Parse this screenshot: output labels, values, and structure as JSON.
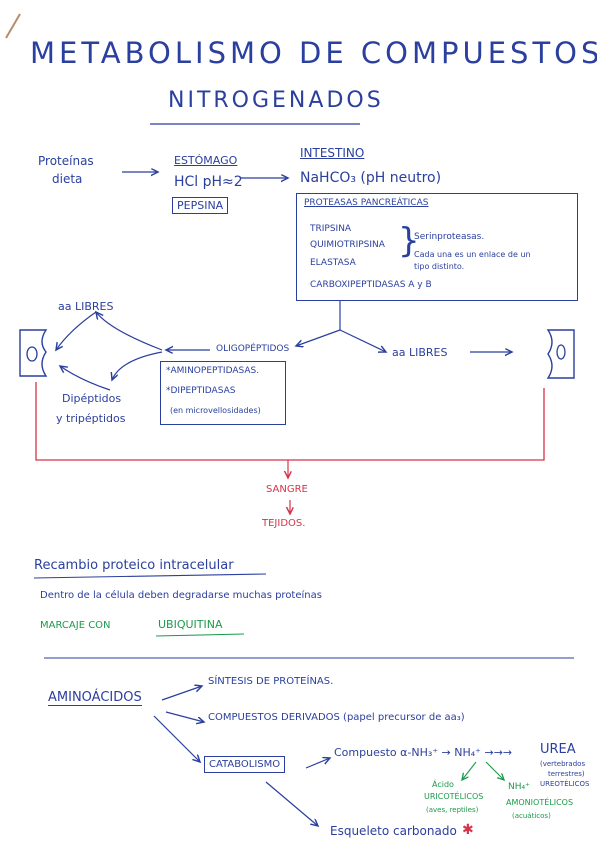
{
  "colors": {
    "blue": "#2a3f9e",
    "red": "#d6334a",
    "green": "#1b9a4b"
  },
  "title": {
    "line1": "METABOLISMO DE COMPUESTOS",
    "line2": "NITROGENADOS"
  },
  "diet": {
    "label1": "Proteínas",
    "label2": "dieta"
  },
  "stomach": {
    "header": "ESTÓMAGO",
    "acid": "HCl pH≈2",
    "enzyme": "PEPSINA"
  },
  "intestine": {
    "header": "INTESTINO",
    "medium": "NaHCO₃ (pH neutro)",
    "box": {
      "title": "PROTEASAS PANCREÁTICAS",
      "items": [
        "TRIPSINA",
        "QUIMIOTRIPSINA",
        "ELASTASA"
      ],
      "note1": "Serinproteasas.",
      "note2": "Cada una es un enlace de un",
      "note3": "tipo distinto.",
      "carboxy": "CARBOXIPEPTIDASAS A y B"
    }
  },
  "middle": {
    "aa_left": "aa LIBRES",
    "oligo": "OLIGOPÉPTIDOS",
    "aa_right": "aa LIBRES",
    "dipep1": "Dipéptidos",
    "dipep2": "y tripéptidos",
    "enz1": "*AMINOPEPTIDASAS.",
    "enz2": "*DIPEPTIDASAS",
    "enz3": "(en microvellosidades)"
  },
  "blood": {
    "sangre": "SANGRE",
    "tejidos": "TEJIDOS."
  },
  "recambio": {
    "heading": "Recambio proteico intracelular",
    "text": "Dentro de la célula deben degradarse muchas proteínas",
    "marcaje": "MARCAJE CON",
    "ubiquitina": "UBIQUITINA"
  },
  "aminoacids": {
    "label": "AMINOÁCIDOS",
    "out1": "SÍNTESIS DE PROTEÍNAS.",
    "out2": "COMPUESTOS DERIVADOS (papel precursor de aa₃)",
    "catabolism": "CATABOLISMO",
    "compuestos": "Compuesto α-NH₃⁺ → NH₄⁺ →→→",
    "urea": "UREA",
    "urea_note1": "(vertebrados",
    "urea_note2": "terrestres)",
    "urea_note3": "UREOTÉLICOS",
    "uric1": "Ácido",
    "uric2": "URICOTÉLICOS",
    "uric3": "(aves, reptiles)",
    "nh4": "NH₄⁺",
    "amono1": "AMONIOTÉLICOS",
    "amono2": "(acuáticos)",
    "esqueleto": "Esqueleto carbonado",
    "star": "✱"
  }
}
